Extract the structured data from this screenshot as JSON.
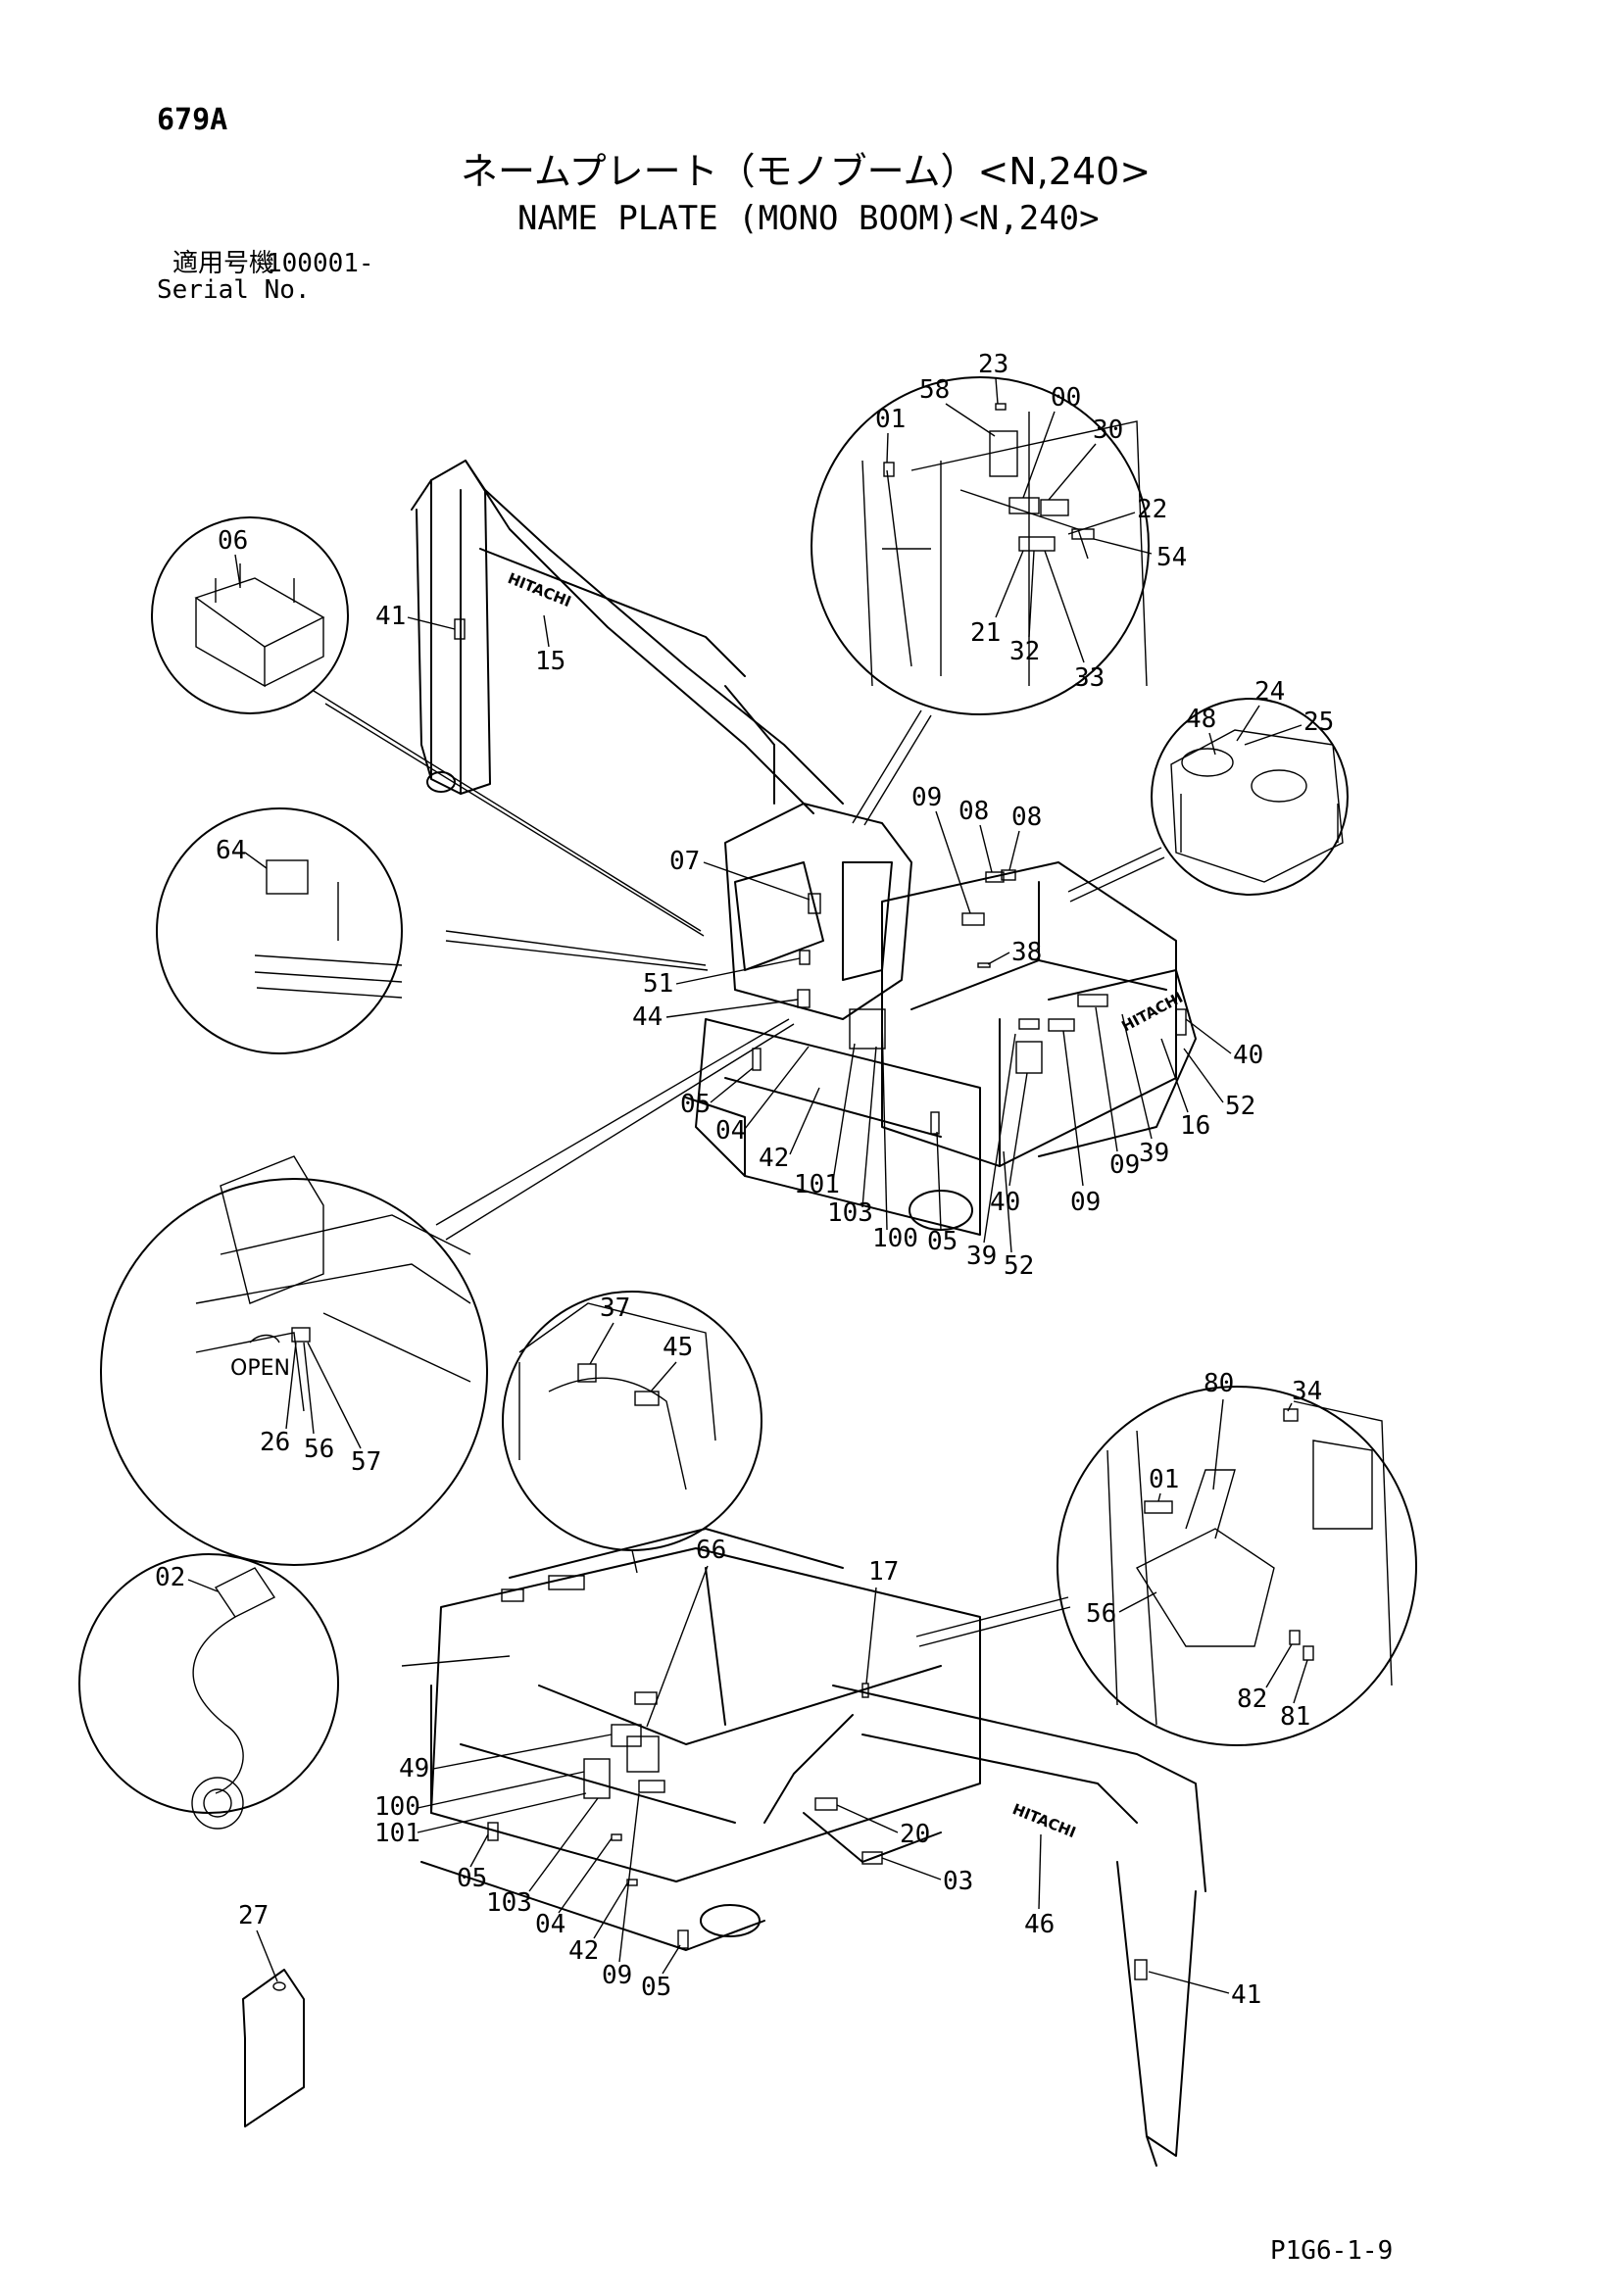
{
  "header": {
    "page_code": "679A",
    "title_jp": "ネームプレート（モノブーム）<N,240>",
    "title_en": "NAME PLATE (MONO BOOM)<N,240>",
    "serial_label_jp": "適用号機",
    "serial_value": "100001-",
    "serial_label_en": "Serial No."
  },
  "footer": {
    "doc_code": "P1G6-1-9"
  },
  "brand_marks": [
    "HITACHI",
    "HITACHI",
    "HITACHI"
  ],
  "open_label": "OPEN",
  "callouts": {
    "c01": "01",
    "c58": "58",
    "c23": "23",
    "c00": "00",
    "c30": "30",
    "c22": "22",
    "c54": "54",
    "c21": "21",
    "c32": "32",
    "c33": "33",
    "c06": "06",
    "c41a": "41",
    "c15": "15",
    "c24": "24",
    "c48": "48",
    "c25": "25",
    "c09a": "09",
    "c08a": "08",
    "c08b": "08",
    "c07": "07",
    "c38": "38",
    "c64": "64",
    "c51": "51",
    "c44": "44",
    "c40a": "40",
    "c52a": "52",
    "c16": "16",
    "c05a": "05",
    "c04a": "04",
    "c42a": "42",
    "c101a": "101",
    "c103a": "103",
    "c100a": "100",
    "c40b": "40",
    "c09b": "09",
    "c09c": "09",
    "c39a": "39",
    "c05b": "05",
    "c39b": "39",
    "c52b": "52",
    "c26": "26",
    "c56a": "56",
    "c57": "57",
    "c37": "37",
    "c45": "45",
    "c80": "80",
    "c34": "34",
    "c01b": "01",
    "c56b": "56",
    "c82": "82",
    "c81": "81",
    "c02": "02",
    "c66": "66",
    "c17": "17",
    "c49": "49",
    "c100b": "100",
    "c101b": "101",
    "c05c": "05",
    "c103b": "103",
    "c04b": "04",
    "c42b": "42",
    "c09d": "09",
    "c05d": "05",
    "c20": "20",
    "c03": "03",
    "c46": "46",
    "c27": "27",
    "c41b": "41"
  }
}
